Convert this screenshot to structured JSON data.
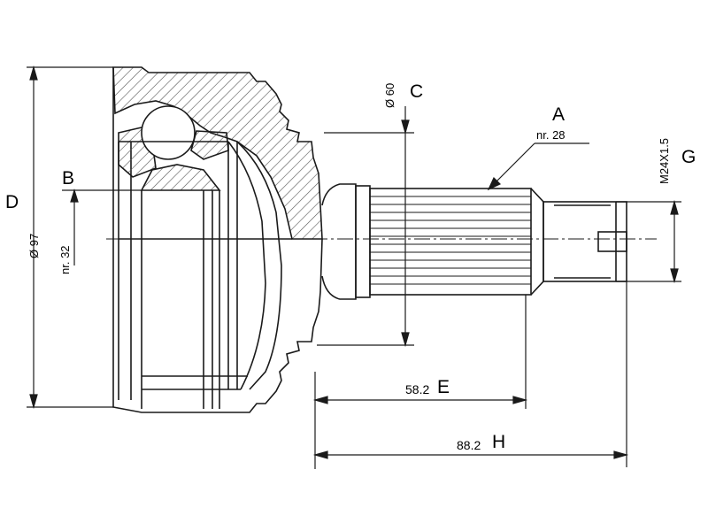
{
  "labels": {
    "A": "A",
    "B": "B",
    "C": "C",
    "D": "D",
    "E": "E",
    "G": "G",
    "H": "H"
  },
  "annotations": {
    "splines": "nr. 28",
    "balls_or_inner": "nr. 32",
    "thread": "M24X1.5",
    "outer_diameter": "Ø 97",
    "seal_diameter": "Ø 60",
    "length_e": "58.2",
    "length_h": "88.2"
  },
  "colors": {
    "line": "#1a1a1a",
    "hatch": "#555555"
  }
}
